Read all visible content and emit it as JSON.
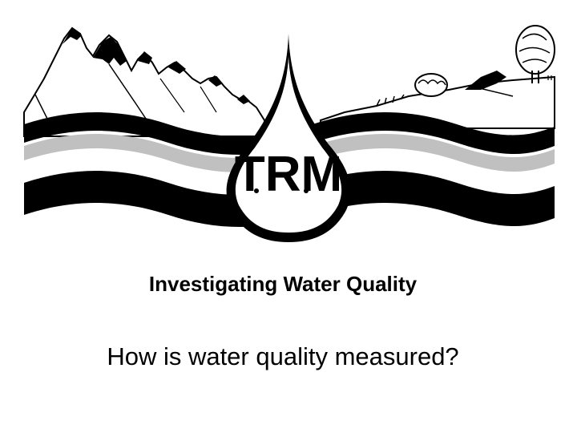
{
  "logo": {
    "letters": "TRM",
    "colors": {
      "ink": "#000000",
      "band": "#c0c0c0",
      "paper": "#ffffff"
    },
    "icons": [
      "mountain-range-icon",
      "water-drop-icon",
      "tree-icon",
      "shrub-icon",
      "wave-bands-icon"
    ]
  },
  "slide": {
    "title": "Investigating Water Quality",
    "subtitle": "How is water quality measured?"
  }
}
